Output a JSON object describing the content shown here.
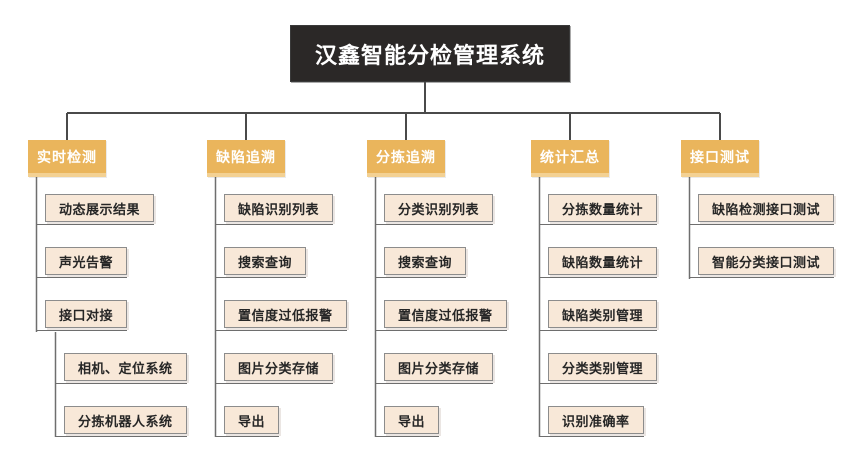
{
  "title": "汉鑫智能分检管理系统",
  "branches": [
    {
      "label": "实时检测",
      "children": [
        {
          "label": "动态展示结果"
        },
        {
          "label": "声光告警"
        },
        {
          "label": "接口对接",
          "children": [
            {
              "label": "相机、定位系统"
            },
            {
              "label": "分拣机器人系统"
            }
          ]
        }
      ]
    },
    {
      "label": "缺陷追溯",
      "children": [
        {
          "label": "缺陷识别列表"
        },
        {
          "label": "搜索查询"
        },
        {
          "label": "置信度过低报警"
        },
        {
          "label": "图片分类存储"
        },
        {
          "label": "导出"
        }
      ]
    },
    {
      "label": "分拣追溯",
      "children": [
        {
          "label": "分类识别列表"
        },
        {
          "label": "搜索查询"
        },
        {
          "label": "置信度过低报警"
        },
        {
          "label": "图片分类存储"
        },
        {
          "label": "导出"
        }
      ]
    },
    {
      "label": "统计汇总",
      "children": [
        {
          "label": "分拣数量统计"
        },
        {
          "label": "缺陷数量统计"
        },
        {
          "label": "缺陷类别管理"
        },
        {
          "label": "分类类别管理"
        },
        {
          "label": "识别准确率"
        }
      ]
    },
    {
      "label": "接口测试",
      "children": [
        {
          "label": "缺陷检测接口测试"
        },
        {
          "label": "智能分类接口测试"
        }
      ]
    }
  ],
  "colors": {
    "title_bg": "#2b2827",
    "branch_header_bg": "#eab55c",
    "branch_header_highlight": "#f3d193",
    "node_bg": "#f8e8d8",
    "node_border": "#8c8c8c",
    "connector": "#4a4a4a"
  }
}
